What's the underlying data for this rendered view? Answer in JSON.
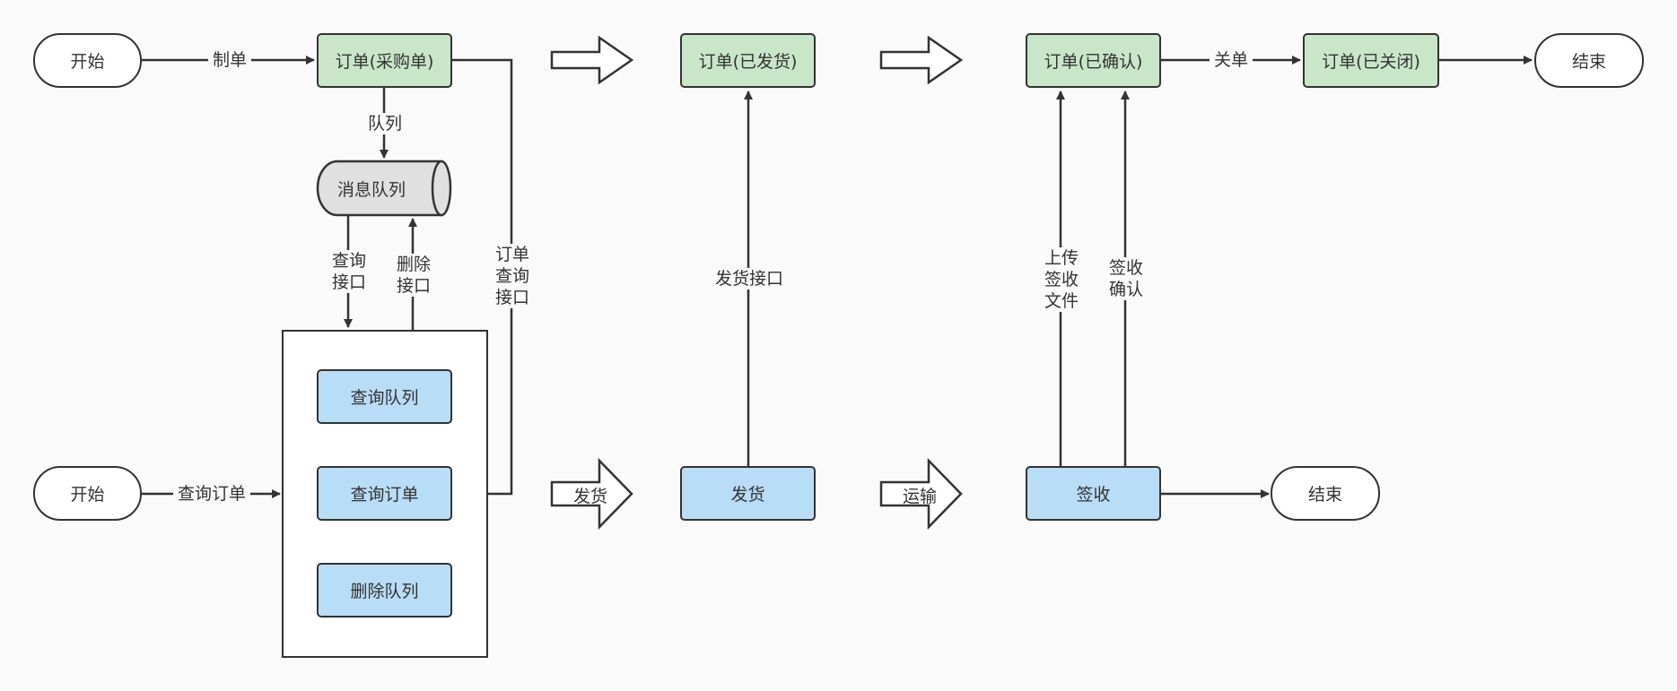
{
  "nodes": {
    "start_top": "开始",
    "order_purchase": "订单(采购单)",
    "order_shipped": "订单(已发货)",
    "order_confirmed": "订单(已确认)",
    "order_closed": "订单(已关闭)",
    "end_top": "结束",
    "message_queue": "消息队列",
    "query_queue": "查询队列",
    "query_order": "查询订单",
    "delete_queue": "删除队列",
    "start_bottom": "开始",
    "ship": "发货",
    "sign": "签收",
    "end_bottom": "结束"
  },
  "edges": {
    "make_order": "制单",
    "queue": "队列",
    "query_api": "查询\n接口",
    "delete_api": "删除\n接口",
    "order_query_api": "订单\n查询\n接口",
    "query_order": "查询订单",
    "ship_api": "发货接口",
    "upload_sign_file": "上传\n签收\n文件",
    "sign_confirm": "签收\n确认",
    "close_order": "关单"
  },
  "block_arrows": {
    "ship": "发货",
    "transport": "运输"
  }
}
